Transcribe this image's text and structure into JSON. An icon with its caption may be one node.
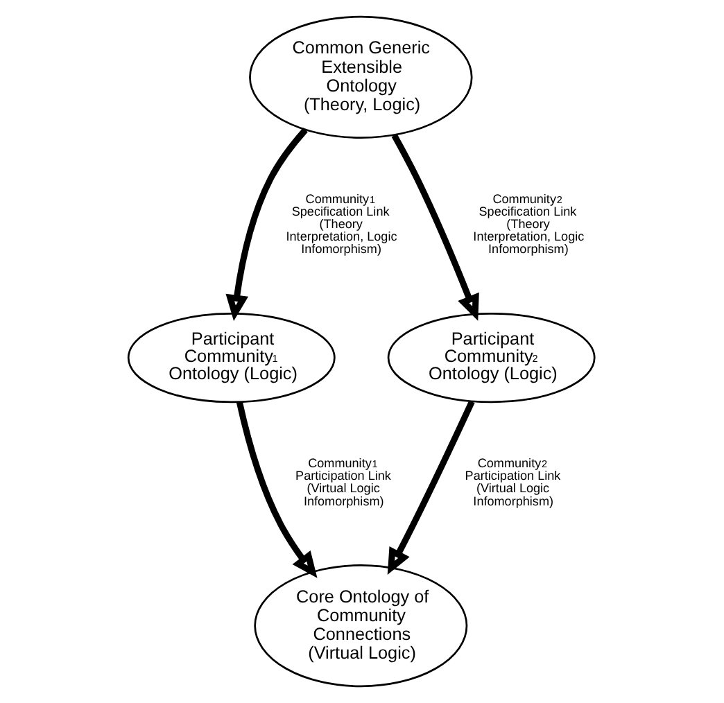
{
  "diagram": {
    "nodes": [
      {
        "text": [
          "Common Generic Extensible Ontology (Theory, Logic)"
        ]
      },
      {
        "text": [
          "Participant Community$_{1}$ Ontology (Logic)"
        ]
      },
      {
        "text": [
          "Participant Community$_{2}$ Ontology (Logic)"
        ]
      },
      {
        "text": [
          "Core Ontology of Community Connections (Virtual Logic)"
        ]
      }
    ],
    "edges": [
      {
        "from": 0,
        "to": 1,
        "arrow": "to",
        "label": "Community$_{1}$ Specification Link (Theory Interpretation, Logic Infomorphism)"
      },
      {
        "from": 0,
        "to": 2,
        "arrow": "to",
        "label": "Community$_{2}$ Specification Link (Theory Interpretation, Logic Infomorphism)"
      },
      {
        "from": 1,
        "to": 3,
        "arrow": "to",
        "label": "Community$_{1}$ Participation Link (Virtual Logic Infomorphism)"
      },
      {
        "from": 2,
        "to": 3,
        "arrow": "to",
        "label": "Community$_{2}$ Participation Link (Virtual Logic Infomorphism)"
      }
    ]
  }
}
